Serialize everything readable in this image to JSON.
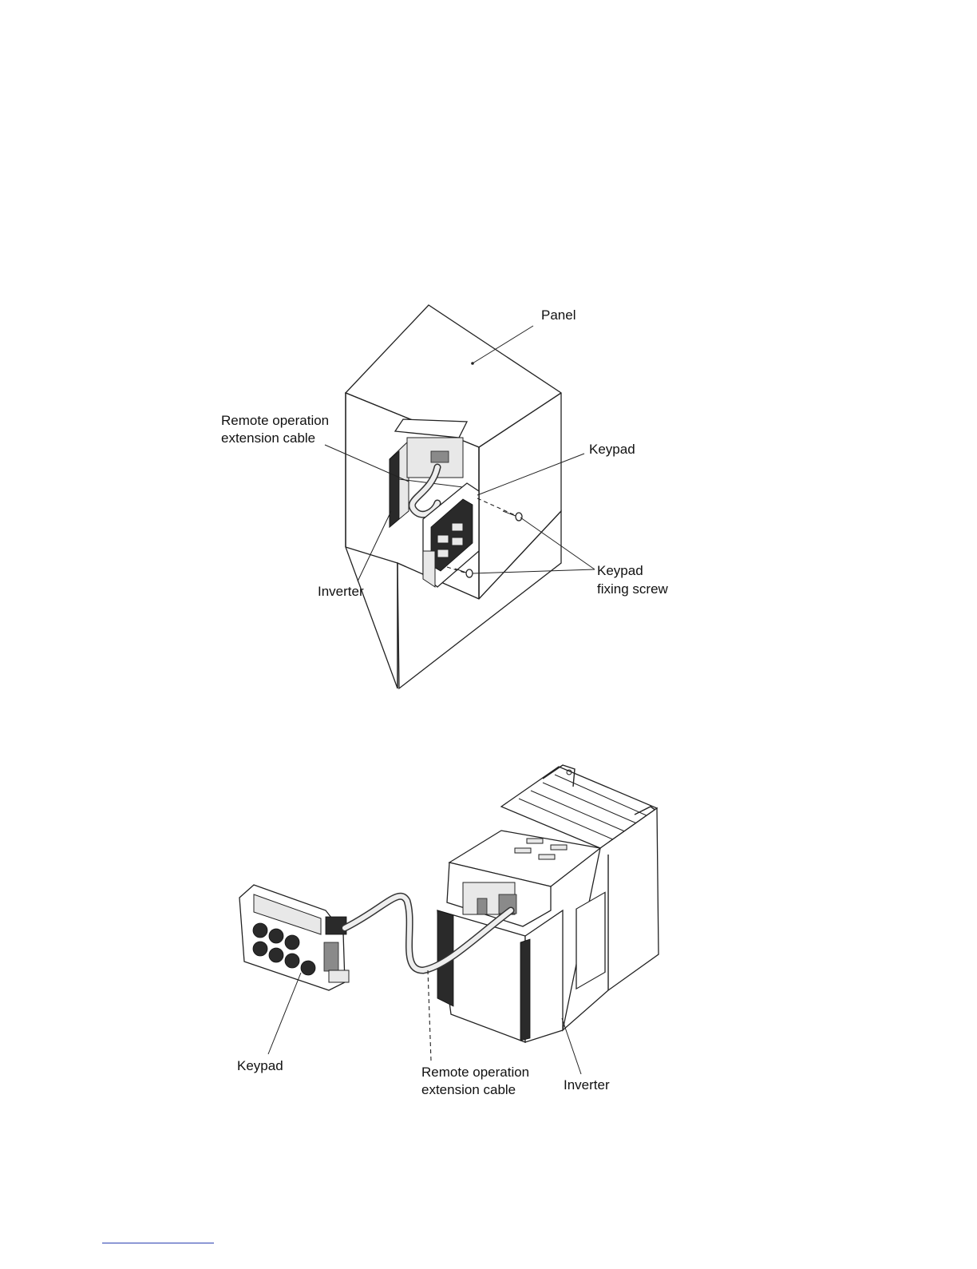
{
  "figure_top": {
    "labels": {
      "panel": "Panel",
      "cable_line1": "Remote operation",
      "cable_line2": "extension cable",
      "keypad": "Keypad",
      "screw_line1": "Keypad",
      "screw_line2": "fixing screw",
      "inverter": "Inverter"
    }
  },
  "figure_bottom": {
    "labels": {
      "keypad": "Keypad",
      "cable_line1": "Remote operation",
      "cable_line2": "extension cable",
      "inverter": "Inverter"
    }
  },
  "colors": {
    "line": "#222222",
    "footnote_rule": "#2a3fb0"
  }
}
